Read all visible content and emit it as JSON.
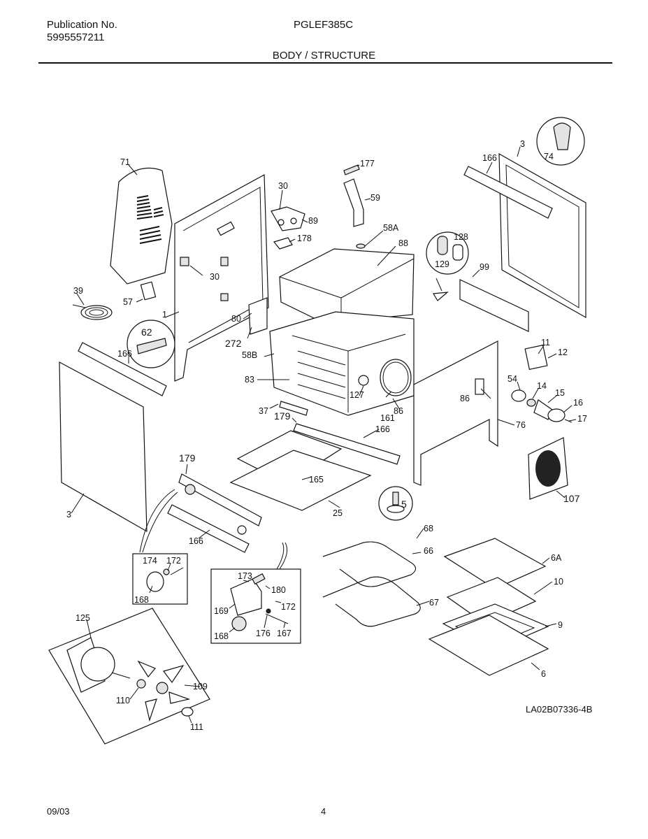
{
  "header": {
    "publication_label": "Publication No.",
    "publication_number": "5995557211",
    "model": "PGLEF385C",
    "section_title": "BODY / STRUCTURE"
  },
  "footer": {
    "date": "09/03",
    "page": "4"
  },
  "diagram_code": "LA02B07336-4B",
  "callouts": {
    "c71": "71",
    "c30a": "30",
    "c89": "89",
    "c177": "177",
    "c59": "59",
    "c166a": "166",
    "c3a": "3",
    "c74": "74",
    "c178": "178",
    "c58a": "58A",
    "c88": "88",
    "c128": "128",
    "c129": "129",
    "c99": "99",
    "c30b": "30",
    "c39": "39",
    "c57": "57",
    "c1": "1",
    "c80": "80",
    "c272": "272",
    "c62": "62",
    "c166b": "166",
    "c58b": "58B",
    "c83": "83",
    "c127": "127",
    "c161": "161",
    "c86a": "86",
    "c86b": "86",
    "c11": "11",
    "c12": "12",
    "c54": "54",
    "c14": "14",
    "c15": "15",
    "c16": "16",
    "c17": "17",
    "c37": "37",
    "c179a": "179",
    "c166c": "166",
    "c76": "76",
    "c179b": "179",
    "c165": "165",
    "c5": "5",
    "c107": "107",
    "c3b": "3",
    "c25": "25",
    "c166d": "166",
    "c68": "68",
    "c66": "66",
    "c6a": "6A",
    "c174": "174",
    "c172a": "172",
    "c168a": "168",
    "c173": "173",
    "c180": "180",
    "c172b": "172",
    "c169": "169",
    "c168b": "168",
    "c176": "176",
    "c167": "167",
    "c67": "67",
    "c10": "10",
    "c9": "9",
    "c6": "6",
    "c125": "125",
    "c109": "109",
    "c110": "110",
    "c111": "111"
  }
}
